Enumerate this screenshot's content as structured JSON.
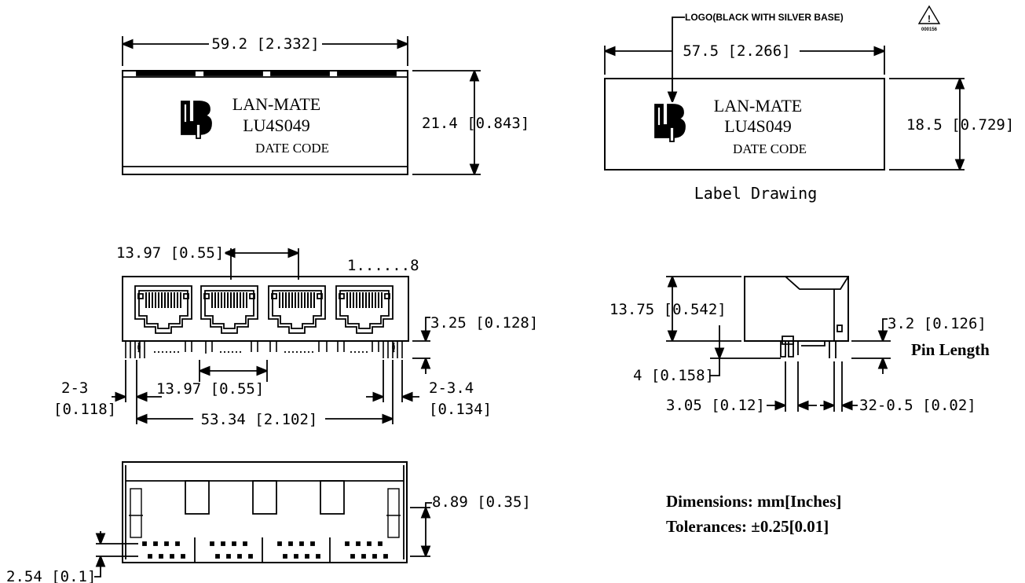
{
  "label_top_left": {
    "width_dim": "59.2 [2.332]",
    "height_dim": "21.4 [0.843]",
    "brand": "LAN-MATE",
    "part": "LU4S049",
    "date": "DATE CODE"
  },
  "label_top_right": {
    "logo_note": "LOGO(BLACK WITH SILVER BASE)",
    "rev_mark": "!",
    "rev_code": "000156",
    "width_dim": "57.5 [2.266]",
    "height_dim": "18.5 [0.729]",
    "brand": "LAN-MATE",
    "part": "LU4S049",
    "date": "DATE CODE",
    "caption": "Label Drawing"
  },
  "front_view": {
    "pitch_top": "13.97 [0.55]",
    "pin_range": "1......8",
    "pin_length": "3.25 [0.128]",
    "pitch_bottom": "13.97 [0.55]",
    "left_peg_a": "2-3",
    "left_peg_b": "[0.118]",
    "right_peg_a": "2-3.4",
    "right_peg_b": "[0.134]",
    "span": "53.34 [2.102]"
  },
  "side_view": {
    "height": "13.75 [0.542]",
    "pin_length": "3.2 [0.126]",
    "pin_length_label": "Pin Length",
    "standoff": "4 [0.158]",
    "row_pitch": "3.05 [0.12]",
    "pin_dia": "32-0.5 [0.02]"
  },
  "bottom_view": {
    "row_offset": "8.89 [0.35]",
    "pin_pitch": "2.54 [0.1]"
  },
  "notes": {
    "dimensions": "Dimensions: mm[Inches]",
    "tolerances": "Tolerances: ±0.25[0.01]"
  }
}
